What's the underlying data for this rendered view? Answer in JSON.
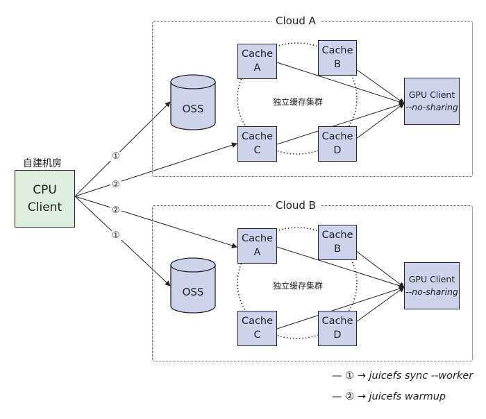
{
  "self_dc": {
    "label": "自建机房",
    "cpu_client": {
      "line1": "CPU",
      "line2": "Client"
    }
  },
  "clouds": [
    {
      "title": "Cloud A",
      "oss_label": "OSS",
      "cluster_label": "独立缓存集群",
      "caches": [
        {
          "line1": "Cache",
          "line2": "A"
        },
        {
          "line1": "Cache",
          "line2": "B"
        },
        {
          "line1": "Cache",
          "line2": "C"
        },
        {
          "line1": "Cache",
          "line2": "D"
        }
      ],
      "gpu_client": {
        "line1": "GPU Client",
        "line2": "--no-sharing"
      }
    },
    {
      "title": "Cloud B",
      "oss_label": "OSS",
      "cluster_label": "独立缓存集群",
      "caches": [
        {
          "line1": "Cache",
          "line2": "A"
        },
        {
          "line1": "Cache",
          "line2": "B"
        },
        {
          "line1": "Cache",
          "line2": "C"
        },
        {
          "line1": "Cache",
          "line2": "D"
        }
      ],
      "gpu_client": {
        "line1": "GPU Client",
        "line2": "--no-sharing"
      }
    }
  ],
  "step_marks": {
    "sync": "①",
    "warmup": "②"
  },
  "legend": [
    {
      "prefix": "— ① →",
      "command": "juicefs sync --worker"
    },
    {
      "prefix": "— ② →",
      "command": "juicefs warmup"
    }
  ],
  "colors": {
    "node_fill": "#ccd3ec",
    "cpu_fill": "#dcefdc",
    "stroke": "#222222",
    "oss_fill": "#ccd3ec"
  }
}
